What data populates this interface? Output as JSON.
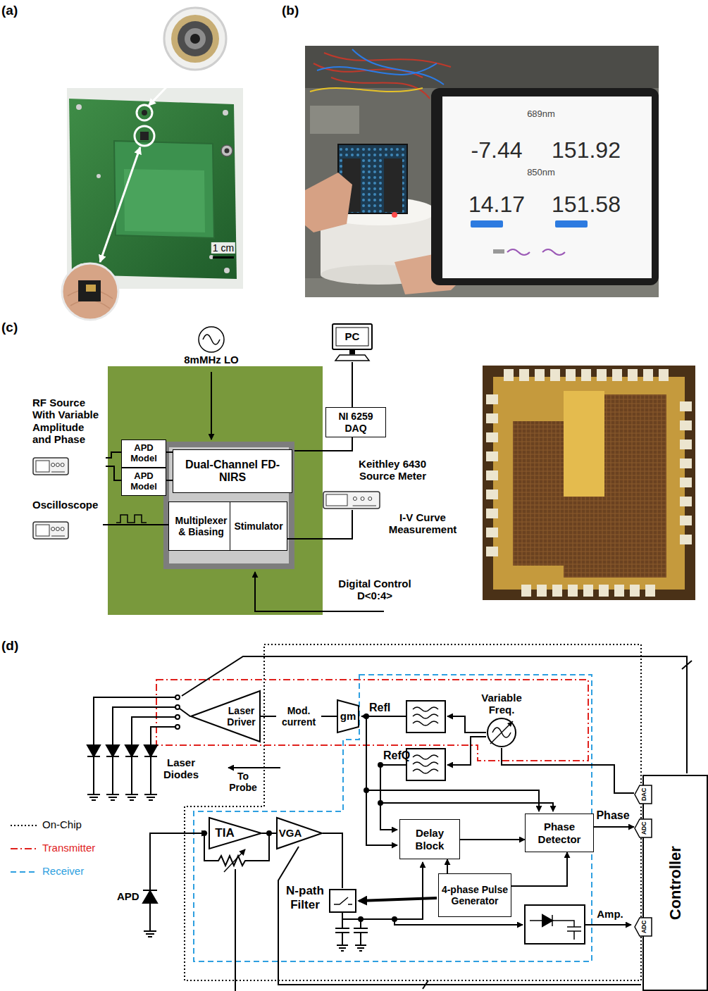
{
  "diagram": {
    "nodes": [
      {
        "text": [
          "RF Source With Variable Amplitude and Phase"
        ]
      },
      {
        "text": [
          "APD Model"
        ]
      },
      {
        "text": [
          "APD Model"
        ]
      },
      {
        "text": [
          "Dual-Channel FD-NIRS"
        ]
      },
      {
        "text": [
          "Multiplexer & Biasing"
        ]
      },
      {
        "text": [
          "Stimulator"
        ]
      },
      {
        "text": [
          "Oscilloscope"
        ]
      },
      {
        "text": [
          "8mMHz LO"
        ]
      },
      {
        "text": [
          "PC"
        ]
      },
      {
        "text": [
          "NI 6259 DAQ"
        ]
      },
      {
        "text": [
          "Keithley 6430 Source Meter"
        ]
      },
      {
        "text": [
          "Laser Driver"
        ]
      },
      {
        "text": [
          "gm"
        ]
      },
      {
        "text": [
          "Variable Freq."
        ]
      },
      {
        "text": [
          "Delay Block"
        ]
      },
      {
        "text": [
          "Phase Detector"
        ]
      },
      {
        "text": [
          "4-phase Pulse Generator"
        ]
      },
      {
        "text": [
          "TIA"
        ]
      },
      {
        "text": [
          "VGA"
        ]
      },
      {
        "text": [
          "Controller"
        ]
      },
      {
        "text": [
          "DAC"
        ],
        "in": 19
      },
      {
        "text": [
          "ADC"
        ],
        "in": 19
      },
      {
        "text": [
          "ADC"
        ],
        "in": 19
      }
    ],
    "edges": [
      {
        "from": 0,
        "to": 1,
        "arrow": "none"
      },
      {
        "from": 0,
        "to": 2,
        "arrow": "none"
      },
      {
        "from": 1,
        "to": 3,
        "arrow": "none"
      },
      {
        "from": 2,
        "to": 3,
        "arrow": "none"
      },
      {
        "from": 4,
        "to": 6,
        "arrow": "none"
      },
      {
        "from": 8,
        "to": 9,
        "arrow": "none"
      },
      {
        "from": 5,
        "to": 10,
        "arrow": "none"
      },
      {
        "from": 12,
        "to": 11,
        "label": "Mod. current",
        "arrow": "none"
      },
      {
        "from": 17,
        "to": 18,
        "arrow": "none"
      },
      {
        "from": 14,
        "to": 15,
        "arrow": "to"
      },
      {
        "from": 15,
        "to": 21,
        "label": "Phase",
        "arrow": "to"
      },
      {
        "from": 16,
        "to": 15,
        "arrow": "to"
      },
      {
        "from": 16,
        "to": 14,
        "arrow": "to"
      },
      {
        "from": 20,
        "to": 13,
        "arrow": "none"
      }
    ],
    "labels": [
      "(a)",
      "(b)",
      "1 cm",
      "689nm",
      "-7.44",
      "151.92",
      "850nm",
      "14.17",
      "151.58",
      "(c)",
      "I-V Curve Measurement",
      "Digital Control D<0:4>",
      "(d)",
      "Laser Diodes",
      "To Probe",
      "RefI",
      "RefQ",
      "N-path Filter",
      "APD",
      "Amp."
    ],
    "legend": [
      {
        "text": "On-Chip"
      },
      {
        "text": "Transmitter"
      },
      {
        "text": "Receiver"
      }
    ]
  }
}
